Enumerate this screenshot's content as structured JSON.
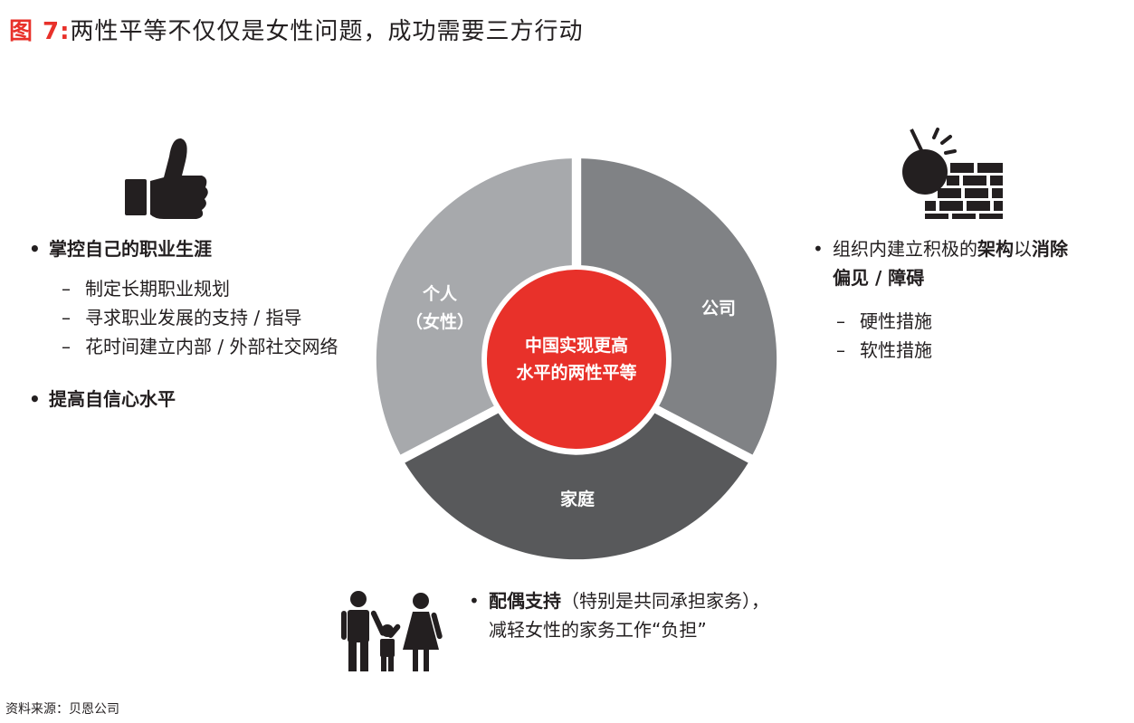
{
  "title": {
    "figure_no": "图 7:",
    "text": "两性平等不仅仅是女性问题，成功需要三方行动"
  },
  "diagram": {
    "center": {
      "line1": "中国实现更高",
      "line2": "水平的两性平等"
    },
    "segments": {
      "individual": {
        "line1": "个人",
        "line2": "（女性）"
      },
      "company": {
        "label": "公司"
      },
      "family": {
        "label": "家庭"
      }
    },
    "colors": {
      "individual": "#a7a9ac",
      "company": "#808285",
      "family": "#58595b",
      "center": "#e8312a"
    }
  },
  "left_block": {
    "icon": "thumbs-up-icon",
    "bullet1": "掌控自己的职业生涯",
    "sub_items": [
      "制定长期职业规划",
      "寻求职业发展的支持 / 指导",
      "花时间建立内部 / 外部社交网络"
    ],
    "bullet2": "提高自信心水平"
  },
  "right_block": {
    "icon": "wrecking-ball-wall-icon",
    "line1_a": "组织内建立积极的",
    "line1_b": "架构",
    "line1_c": "以",
    "line1_d": "消除",
    "line2": "偏见 / 障碍",
    "sub_items": [
      "硬性措施",
      "软性措施"
    ]
  },
  "bottom_block": {
    "icon": "family-icon",
    "line1_bold": "配偶支持",
    "line1_rest": "（特别是共同承担家务），",
    "line2": "减轻女性的家务工作“负担”"
  },
  "source": "资料来源：贝恩公司"
}
